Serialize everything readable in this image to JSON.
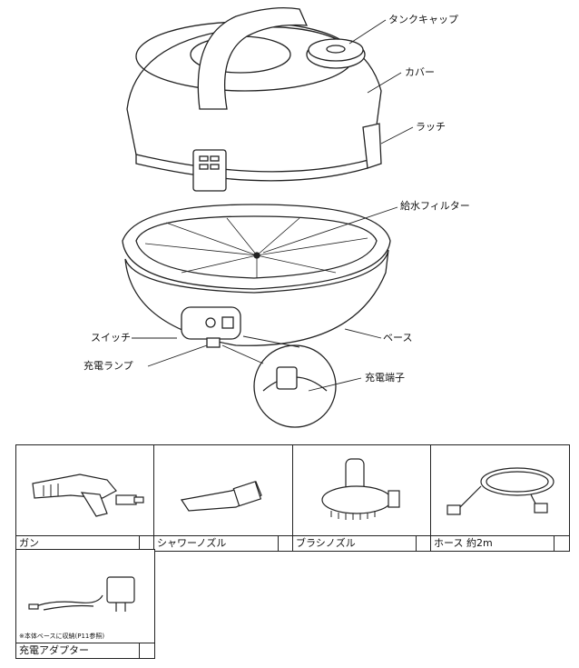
{
  "callouts": {
    "tank_cap": "タンクキャップ",
    "cover": "カバー",
    "latch": "ラッチ",
    "water_filter": "給水フィルター",
    "switch": "スイッチ",
    "base": "ベース",
    "charge_lamp": "充電ランプ",
    "charge_terminal": "充電端子"
  },
  "accessories": {
    "gun": "ガン",
    "shower_nozzle": "シャワーノズル",
    "brush_nozzle": "ブラシノズル",
    "hose": "ホース 約2m",
    "adapter": "充電アダプター",
    "adapter_note": "※本体ベースに収納(P11参照)"
  }
}
